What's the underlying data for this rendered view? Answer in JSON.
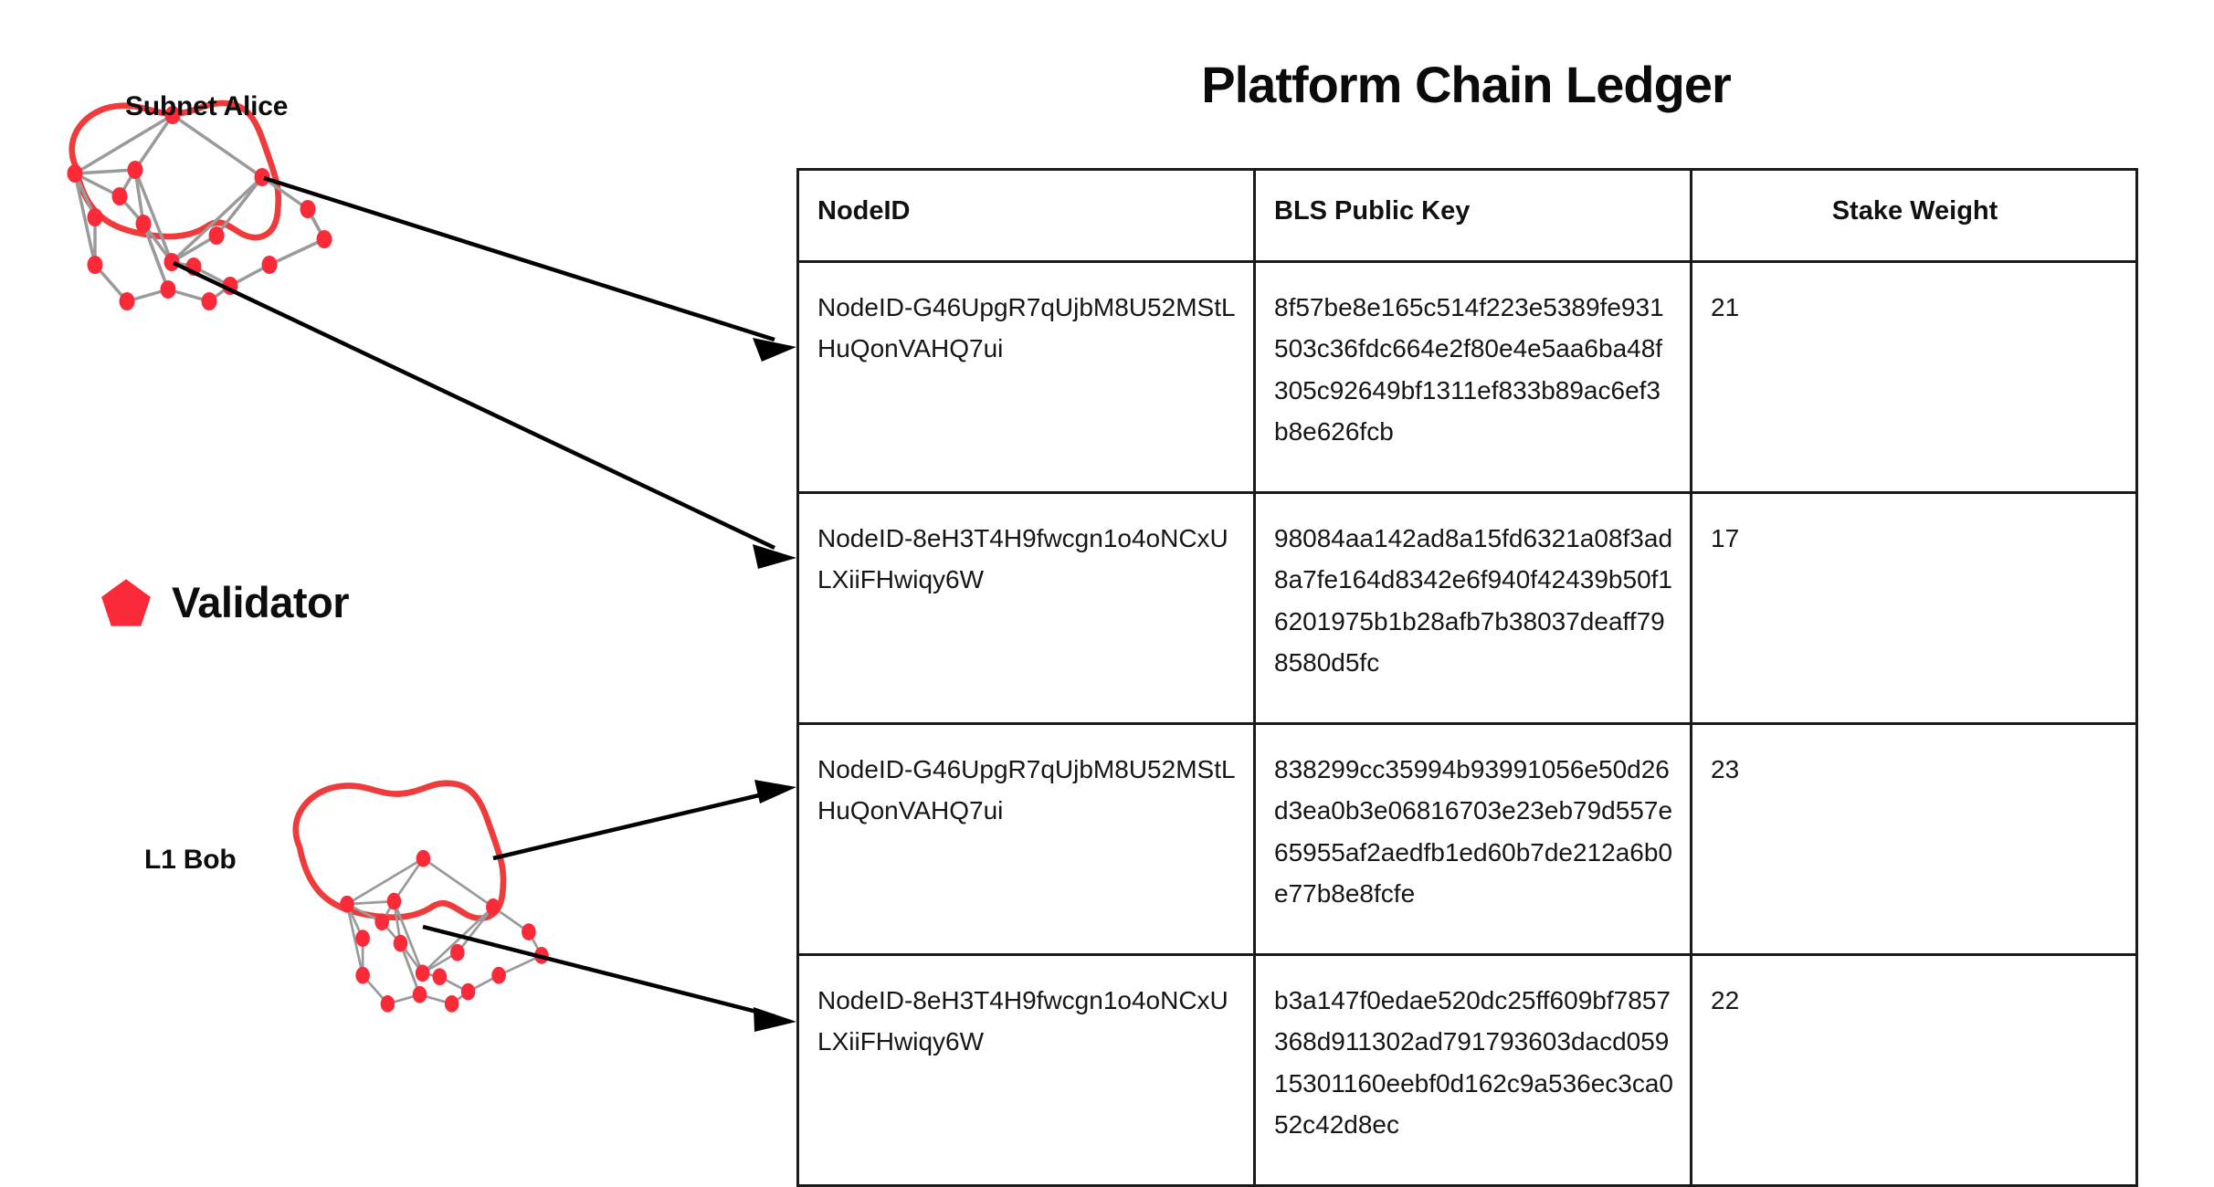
{
  "diagram": {
    "subnet_label": "Subnet Alice",
    "l1_label": "L1 Bob",
    "legend": {
      "icon": "pentagon-icon",
      "label": "Validator"
    },
    "colors": {
      "blob_outline": "#EF3B3B",
      "validator_node": "#FA2A39",
      "graph_edge": "#9a9a9a",
      "connector": "#000000"
    }
  },
  "ledger": {
    "title": "Platform Chain Ledger",
    "columns": [
      "NodeID",
      "BLS Public Key",
      "Stake Weight"
    ],
    "rows": [
      {
        "node_id": "NodeID-G46UpgR7qUjbM8U52MStLHuQonVAHQ7ui",
        "bls_public_key": "8f57be8e165c514f223e5389fe931503c36fdc664e2f80e4e5aa6ba48f305c92649bf1311ef833b89ac6ef3b8e626fcb",
        "stake_weight": "21"
      },
      {
        "node_id": "NodeID-8eH3T4H9fwcgn1o4oNCxULXiiFHwiqy6W",
        "bls_public_key": "98084aa142ad8a15fd6321a08f3ad8a7fe164d8342e6f940f42439b50f16201975b1b28afb7b38037deaff798580d5fc",
        "stake_weight": "17"
      },
      {
        "node_id": "NodeID-G46UpgR7qUjbM8U52MStLHuQonVAHQ7ui",
        "bls_public_key": "838299cc35994b93991056e50d26d3ea0b3e06816703e23eb79d557e65955af2aedfb1ed60b7de212a6b0e77b8e8fcfe",
        "stake_weight": "23"
      },
      {
        "node_id": "NodeID-8eH3T4H9fwcgn1o4oNCxULXiiFHwiqy6W",
        "bls_public_key": "b3a147f0edae520dc25ff609bf7857368d911302ad791793603dacd05915301160eebf0d162c9a536ec3ca052c42d8ec",
        "stake_weight": "22"
      }
    ]
  }
}
